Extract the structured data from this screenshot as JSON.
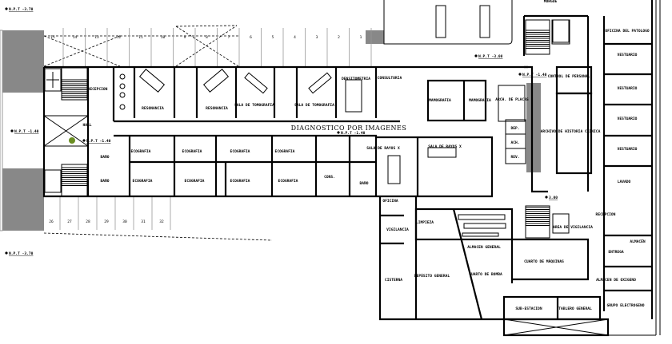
{
  "title": "DIAGNOSTICO POR IMAGENES",
  "levels": [
    {
      "text": "N.P.T -3.70"
    },
    {
      "text": "N.P.T -1.40"
    },
    {
      "text": "N.P.T -3.70"
    },
    {
      "text": "N.P.T -1.40"
    },
    {
      "text": "N.P.T -1.40"
    },
    {
      "text": "N.P.T -3.08"
    },
    {
      "text": "N.P.T -1.40"
    },
    {
      "text": "3.00"
    }
  ],
  "parking_top": [
    "15",
    "14",
    "13",
    "12",
    "11",
    "10",
    "9",
    "8",
    "7",
    "6",
    "5",
    "4",
    "3",
    "2",
    "1"
  ],
  "parking_bottom": [
    "26",
    "27",
    "28",
    "29",
    "30",
    "31",
    "32"
  ],
  "rooms": [
    {
      "text": "RECEPCION"
    },
    {
      "text": "RESONANCIA"
    },
    {
      "text": "RESONANCIA"
    },
    {
      "text": "SALA DE TOMOGRAFIA"
    },
    {
      "text": "SALA DE TOMOGRAFIA"
    },
    {
      "text": "DENSITOMETRIA"
    },
    {
      "text": "CONSULTORIA"
    },
    {
      "text": "MAMOGRAFIA"
    },
    {
      "text": "MAMOGRAFIA"
    },
    {
      "text": "ARCH. DE PLACAS"
    },
    {
      "text": "HALL"
    },
    {
      "text": "DEP."
    },
    {
      "text": "ACH."
    },
    {
      "text": "REV."
    },
    {
      "text": "SALA DE RAYOS X"
    },
    {
      "text": "SALA DE RAYOS X"
    },
    {
      "text": "ECOGRAFIA"
    },
    {
      "text": "ECOGRAFIA"
    },
    {
      "text": "ECOGRAFIA"
    },
    {
      "text": "ECOGRAFIA"
    },
    {
      "text": "ECOGRAFIA"
    },
    {
      "text": "ECOGRAFIA"
    },
    {
      "text": "ECOGRAFIA"
    },
    {
      "text": "ECOGRAFIA"
    },
    {
      "text": "BAÑO"
    },
    {
      "text": "BAÑO"
    },
    {
      "text": "BAÑO"
    },
    {
      "text": "CONS."
    },
    {
      "text": "MORGUE"
    },
    {
      "text": "OFICINA DEL PATOLOGO"
    },
    {
      "text": "VESTUARIO"
    },
    {
      "text": "VESTUARIO"
    },
    {
      "text": "VESTUARIO"
    },
    {
      "text": "VESTUARIO"
    },
    {
      "text": "CONTROL DE PERSONAL"
    },
    {
      "text": "ARCHIVO DE HISTORIA CLINICA"
    },
    {
      "text": "LAVADO"
    },
    {
      "text": "RECEPCION"
    },
    {
      "text": "ALMACÉN"
    },
    {
      "text": "ENTREGA"
    },
    {
      "text": "ALMACEN DE OXIGENO"
    },
    {
      "text": "GRUPO ELECTROGENO"
    },
    {
      "text": "OFICINA"
    },
    {
      "text": "VIGILANCIA"
    },
    {
      "text": "CISTERNA"
    },
    {
      "text": "LIMPIEZA"
    },
    {
      "text": "ALMACEN GENERAL"
    },
    {
      "text": "DEPÓSITO GENERAL"
    },
    {
      "text": "CUARTO DE BOMBA"
    },
    {
      "text": "CUARTO DE MÁQUINAS"
    },
    {
      "text": "AREA DE VIGILANCIA"
    },
    {
      "text": "SUB-ESTACION"
    },
    {
      "text": "TABLERO GENERAL"
    }
  ],
  "colors": {
    "wall": "#000000",
    "shade": "#888888",
    "plant": "#6b8e23"
  }
}
